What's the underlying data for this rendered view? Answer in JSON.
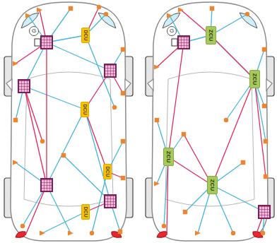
{
  "diagram": {
    "nodes": [
      {
        "text": [
          "G"
        ]
      },
      {
        "text": [
          "DCU"
        ]
      },
      {
        "text": [
          "DCU"
        ]
      },
      {
        "text": [
          "DCU"
        ]
      },
      {
        "text": [
          "DCU"
        ]
      },
      {
        "text": [
          "G"
        ]
      },
      {
        "text": [
          "ZCU"
        ]
      },
      {
        "text": [
          "ZCU"
        ]
      },
      {
        "text": [
          "ZCU"
        ]
      },
      {
        "text": [
          "ZCU"
        ]
      }
    ]
  }
}
